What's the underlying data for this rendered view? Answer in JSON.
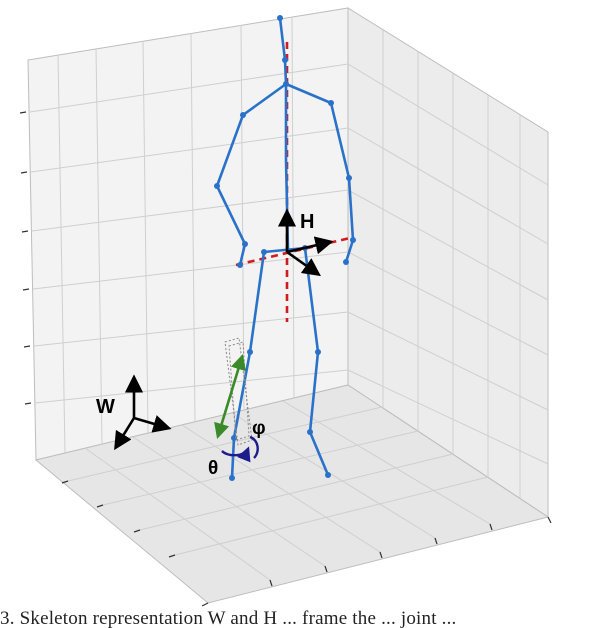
{
  "figure": {
    "frame_labels": {
      "world": "W",
      "hip": "H"
    },
    "angle_labels": {
      "theta": "θ",
      "phi": "φ"
    },
    "caption_fragment": "3. Skeleton representation W and H ... frame the ... joint ...",
    "colors": {
      "skeleton": "#2a72c9",
      "spine_dash": "#d01c1c",
      "arrow_green": "#3a8a2a",
      "angle_arc": "#1c1c8c",
      "frame_arrow": "#000000",
      "pane_fill": "#f1f1f1",
      "grid_line": "#c9c9c9"
    },
    "icons": {
      "world_frame": "coordinate-frame-icon",
      "hip_frame": "coordinate-frame-icon"
    }
  }
}
